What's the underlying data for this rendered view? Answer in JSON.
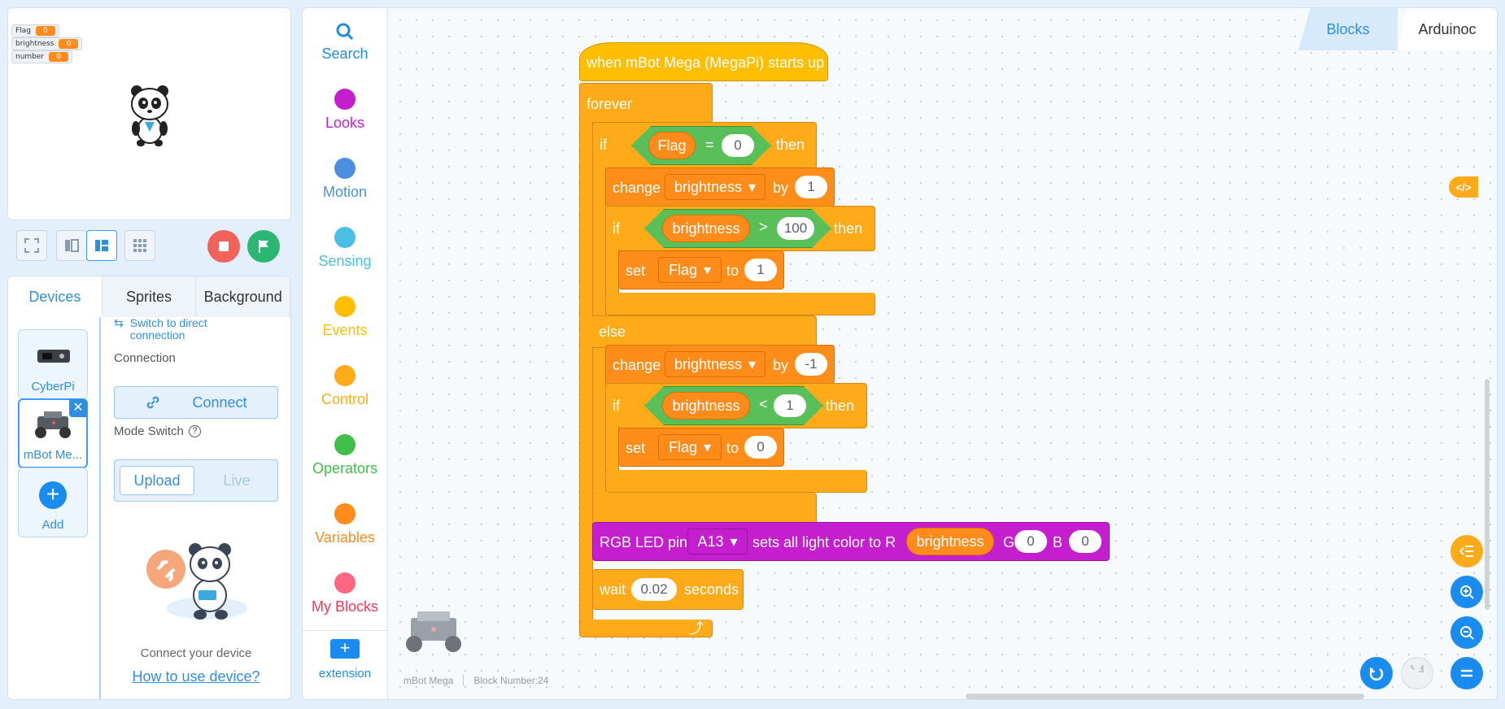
{
  "stage": {
    "variables": [
      {
        "name": "Flag",
        "value": "0"
      },
      {
        "name": "brightness",
        "value": "0"
      },
      {
        "name": "number",
        "value": "0"
      }
    ]
  },
  "tabs": {
    "devices": "Devices",
    "sprites": "Sprites",
    "background": "Background"
  },
  "devices": [
    {
      "label": "CyberPi"
    },
    {
      "label": "mBot Me..."
    },
    {
      "label": "Add"
    }
  ],
  "device_panel": {
    "switch_link": "Switch to direct connection",
    "connection_label": "Connection",
    "connect_button": "Connect",
    "mode_label": "Mode Switch",
    "upload": "Upload",
    "live": "Live",
    "hint": "Connect your device",
    "howto": "How to use device?"
  },
  "categories": [
    {
      "name": "Search",
      "color": "#1a8cf0"
    },
    {
      "name": "Looks",
      "color": "#c41ecf"
    },
    {
      "name": "Motion",
      "color": "#4c8fe0"
    },
    {
      "name": "Sensing",
      "color": "#4cbfe6"
    },
    {
      "name": "Events",
      "color": "#ffbf00"
    },
    {
      "name": "Control",
      "color": "#ffab19"
    },
    {
      "name": "Operators",
      "color": "#40bf4a"
    },
    {
      "name": "Variables",
      "color": "#ff8c1a"
    },
    {
      "name": "My Blocks",
      "color": "#ff6680"
    }
  ],
  "extension": "extension",
  "mode_tabs": {
    "blocks": "Blocks",
    "arduino": "Arduinoc"
  },
  "script": {
    "hat": "when mBot Mega (MegaPi) starts up",
    "forever": "forever",
    "if1": {
      "kw": "if",
      "var": "Flag",
      "op": "=",
      "val": "0",
      "then": "then"
    },
    "change1": {
      "kw": "change",
      "var": "brightness",
      "by": "by",
      "val": "1"
    },
    "if2": {
      "kw": "if",
      "var": "brightness",
      "op": ">",
      "val": "100",
      "then": "then"
    },
    "set1": {
      "kw": "set",
      "var": "Flag",
      "to": "to",
      "val": "1"
    },
    "else": "else",
    "change2": {
      "kw": "change",
      "var": "brightness",
      "by": "by",
      "val": "-1"
    },
    "if3": {
      "kw": "if",
      "var": "brightness",
      "op": "<",
      "val": "1",
      "then": "then"
    },
    "set2": {
      "kw": "set",
      "var": "Flag",
      "to": "to",
      "val": "0"
    },
    "rgb": {
      "label1": "RGB LED  pin",
      "pin": "A13",
      "label2": "sets all light color to R",
      "r": "brightness",
      "g_label": "G",
      "g": "0",
      "b_label": "B",
      "b": "0"
    },
    "wait": {
      "kw": "wait",
      "val": "0.02",
      "unit": "seconds"
    }
  },
  "footer": {
    "device": "mBot Mega",
    "block_number": "Block Number:24"
  }
}
